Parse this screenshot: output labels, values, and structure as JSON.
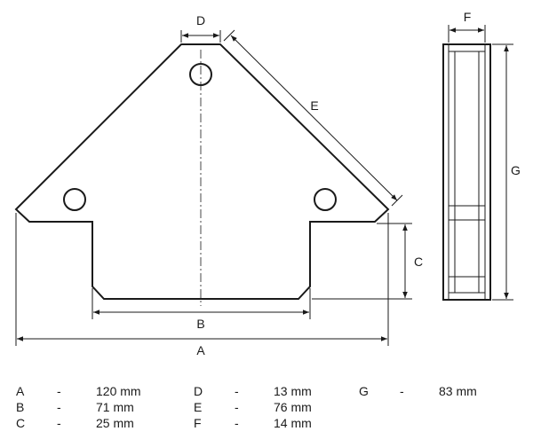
{
  "labels": {
    "A": "A",
    "B": "B",
    "C": "C",
    "D": "D",
    "E": "E",
    "F": "F",
    "G": "G"
  },
  "specs": [
    {
      "key": "A",
      "sep": "-",
      "value": "120 mm"
    },
    {
      "key": "B",
      "sep": "-",
      "value": "71 mm"
    },
    {
      "key": "C",
      "sep": "-",
      "value": "25 mm"
    },
    {
      "key": "D",
      "sep": "-",
      "value": "13 mm"
    },
    {
      "key": "E",
      "sep": "-",
      "value": "76 mm"
    },
    {
      "key": "F",
      "sep": "-",
      "value": "14 mm"
    },
    {
      "key": "G",
      "sep": "-",
      "value": "83 mm"
    }
  ]
}
